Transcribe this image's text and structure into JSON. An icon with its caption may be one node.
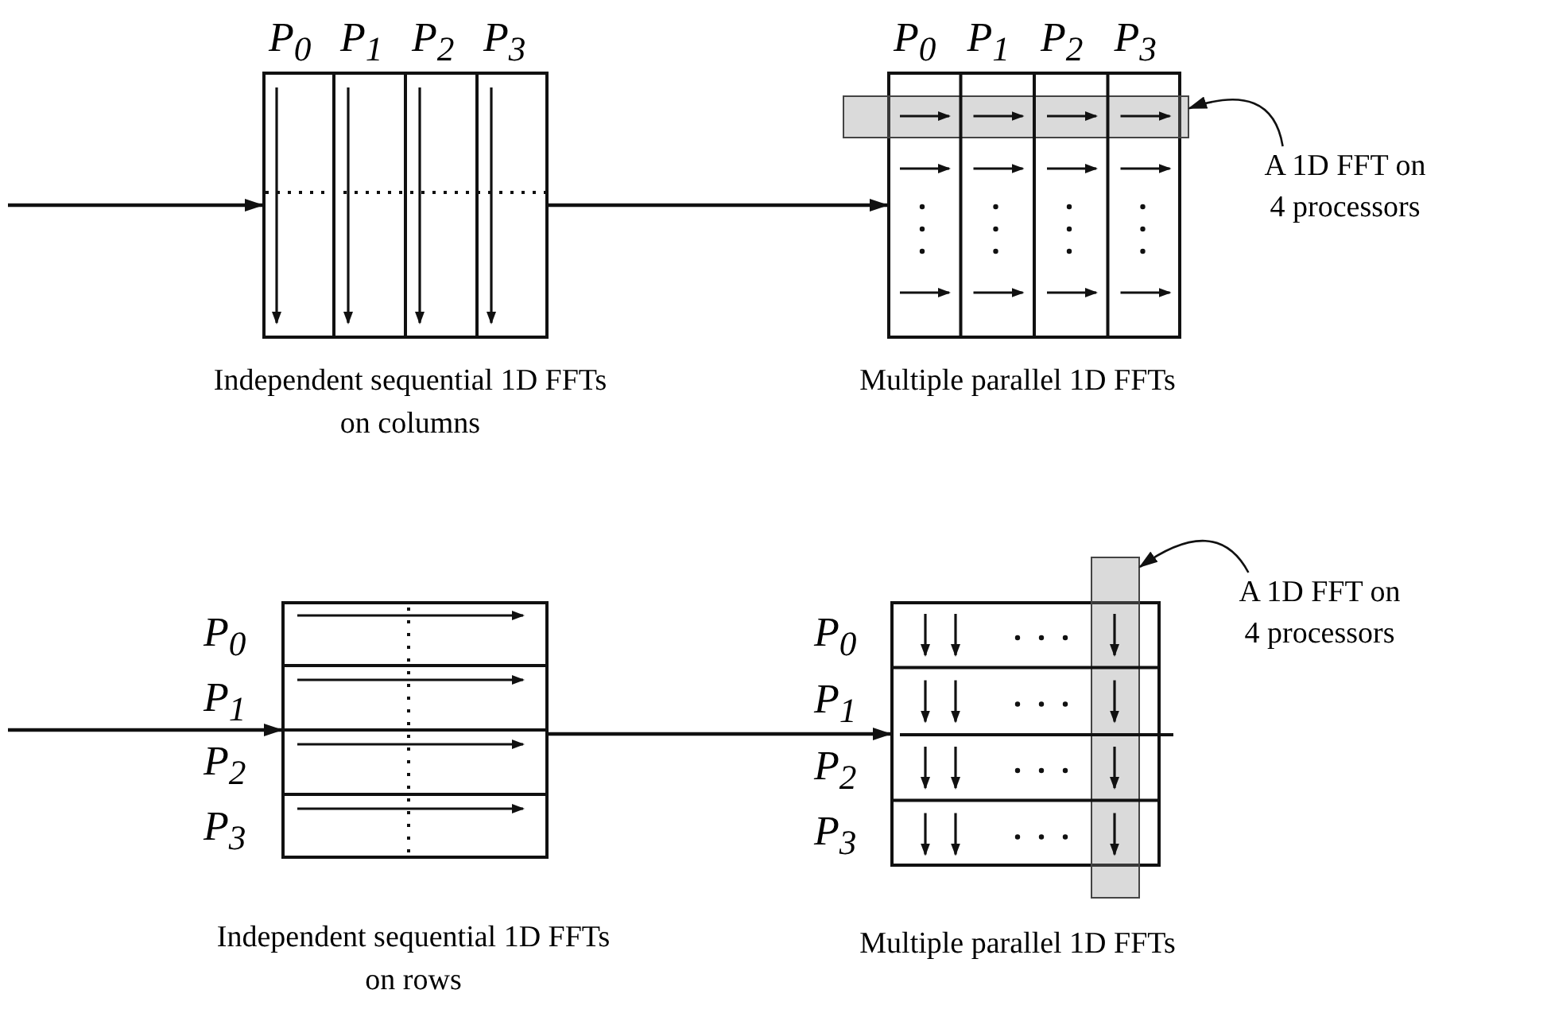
{
  "diagram": {
    "nodes": [
      {
        "text": [],
        "shape": "box"
      },
      {
        "text": [],
        "shape": "box"
      },
      {
        "text": [],
        "shape": "bar"
      },
      {
        "text": [
          "A 1D FFT on 4 processors"
        ]
      },
      {
        "text": [],
        "shape": "box"
      },
      {
        "text": [],
        "shape": "box"
      },
      {
        "text": [],
        "shape": "bar"
      },
      {
        "text": [
          "A 1D FFT on 4 processors"
        ]
      }
    ],
    "edges": [
      {
        "from": null,
        "to": 0,
        "arrow": "to"
      },
      {
        "from": 0,
        "to": 1,
        "arrow": "to"
      },
      {
        "from": 3,
        "to": 2,
        "arrow": "to"
      },
      {
        "from": null,
        "to": 4,
        "arrow": "to"
      },
      {
        "from": 4,
        "to": 5,
        "arrow": "to"
      },
      {
        "from": 7,
        "to": 6,
        "arrow": "to"
      }
    ],
    "labels": [
      "P$_{0}$",
      "P$_{1}$",
      "P$_{2}$",
      "P$_{3}$",
      "P$_{0}$",
      "P$_{1}$",
      "P$_{2}$",
      "P$_{3}$",
      "Independent sequential 1D FFTs on columns",
      "Multiple parallel 1D FFTs",
      "P$_{0}$",
      "P$_{0}$",
      "P$_{1}$",
      "P$_{1}$",
      "P$_{2}$",
      "P$_{2}$",
      "P$_{3}$",
      "P$_{3}$",
      "Independent sequential 1D FFTs on rows",
      "Multiple parallel 1D FFTs"
    ]
  }
}
